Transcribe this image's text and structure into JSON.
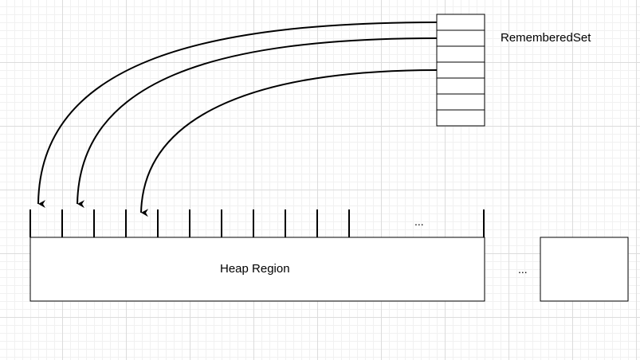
{
  "labels": {
    "remembered_set": "RememberedSet",
    "heap_region": "Heap Region",
    "card_ellipsis": "...",
    "region_ellipsis": "..."
  },
  "remembered_set": {
    "entry_count": 7,
    "pointers": [
      {
        "from_entry": 0,
        "to_card": 0
      },
      {
        "from_entry": 1,
        "to_card": 1
      },
      {
        "from_entry": 3,
        "to_card": 3
      }
    ]
  },
  "heap_region": {
    "card_divisions_drawn": 10
  },
  "colors": {
    "stroke": "#000000",
    "fill": "#ffffff"
  }
}
